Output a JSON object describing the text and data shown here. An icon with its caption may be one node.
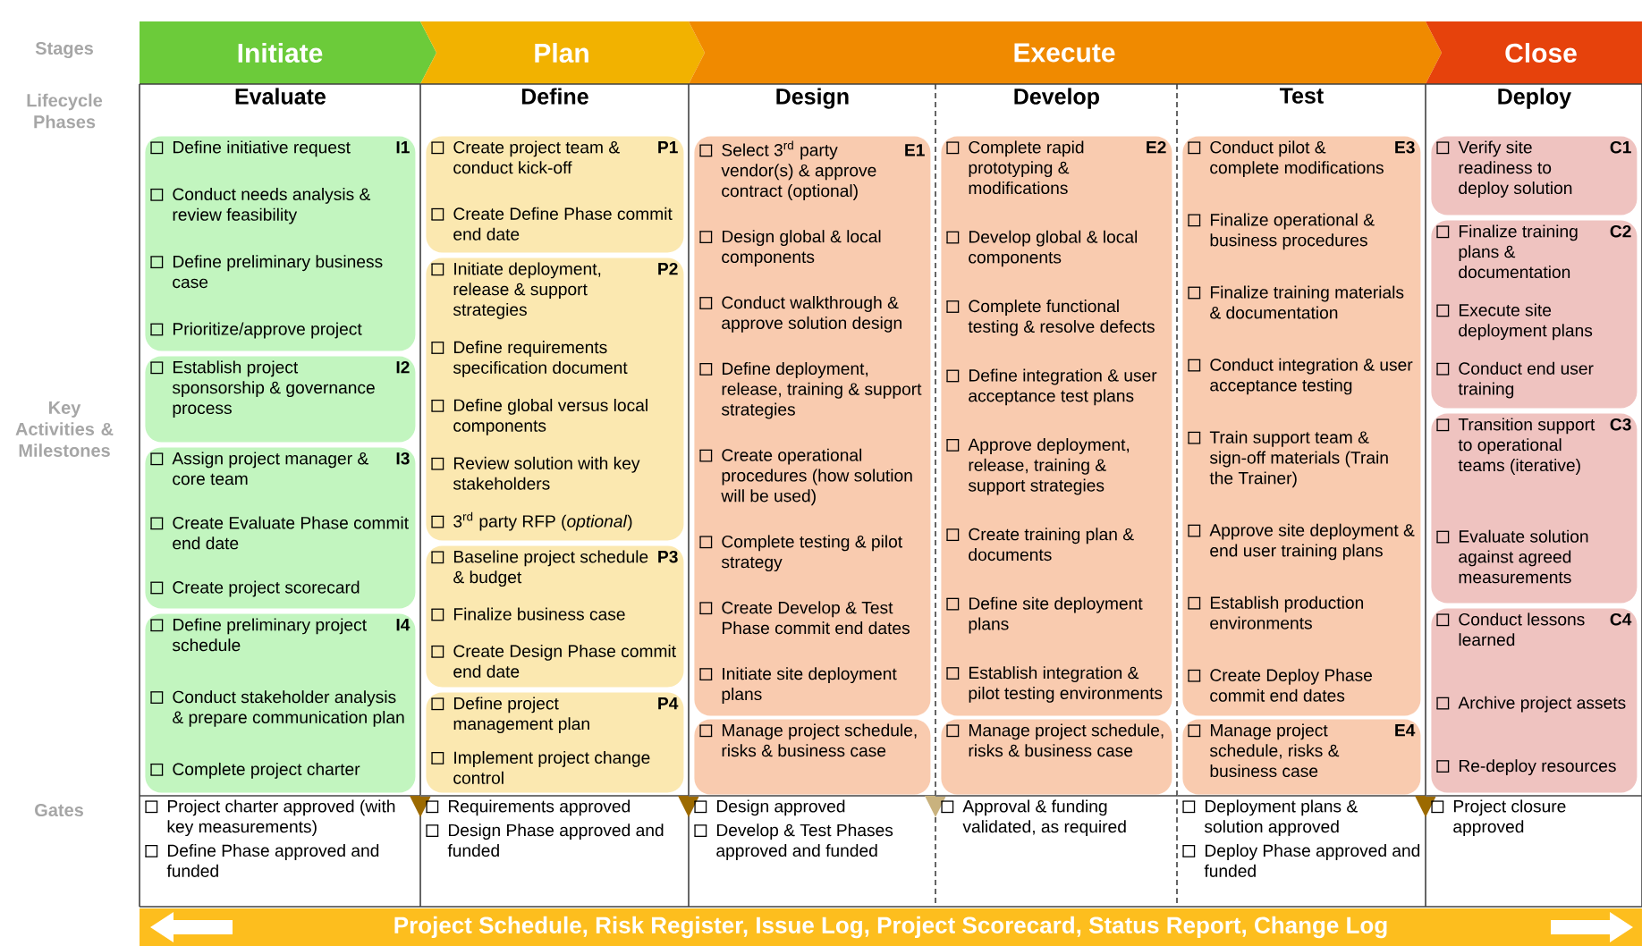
{
  "diagram": {
    "nodes": [
      {
        "text": [
          "Initiate"
        ]
      },
      {
        "text": [
          "Plan"
        ]
      },
      {
        "text": [
          "Execute"
        ]
      },
      {
        "text": [
          "Close"
        ]
      },
      {
        "text": [
          "Evaluate"
        ]
      },
      {
        "text": [
          "Define initiative request",
          "I1",
          "Conduct needs analysis & review feasibility",
          "Define preliminary business case",
          "Prioritize/approve project"
        ],
        "in": 4
      },
      {
        "text": [
          "Establish project sponsorship & governance process",
          "I2"
        ],
        "in": 4
      },
      {
        "text": [
          "Assign project manager & core team",
          "I3",
          "Create Evaluate Phase commit end date",
          "Create project scorecard"
        ],
        "in": 4
      },
      {
        "text": [
          "Define preliminary project schedule",
          "I4",
          "Conduct stakeholder analysis & prepare communication plan",
          "Complete project charter"
        ],
        "in": 4
      },
      {
        "text": [
          "Project charter approved (with key measurements)",
          "Define Phase approved and funded"
        ],
        "in": 4
      },
      {
        "text": [
          "Define"
        ]
      },
      {
        "text": [
          "Create project team & conduct kick-off",
          "P1",
          "Create Define Phase commit end date"
        ],
        "in": 10
      },
      {
        "text": [
          "Initiate deployment, release & support strategies",
          "P2",
          "Define requirements specification document",
          "Define global versus local components",
          "Review solution with key stakeholders",
          "3$^{rd}$ party RFP (*optional*)"
        ],
        "in": 10
      },
      {
        "text": [
          "Baseline project schedule & budget",
          "P3",
          "Finalize business case",
          "Create Design Phase commit end date"
        ],
        "in": 10
      },
      {
        "text": [
          "Define project management plan",
          "P4",
          "Implement project change control"
        ],
        "in": 10
      },
      {
        "text": [
          "Requirements approved",
          "Design Phase approved and funded"
        ],
        "in": 10
      },
      {
        "text": [
          "Design"
        ]
      },
      {
        "text": [
          "Select 3$^{rd}$ party vendor(s) & approve contract (optional)",
          "E1",
          "Design global & local components",
          "Conduct walkthrough & approve solution design",
          "Define deployment, release, training & support strategies",
          "Create operational procedures (how solution will be used)",
          "Complete testing & pilot strategy",
          "Create Develop & Test Phase commit end dates",
          "Initiate site deployment plans"
        ],
        "in": 16
      },
      {
        "text": [
          "Manage project schedule, risks & business case"
        ],
        "in": 16
      },
      {
        "text": [
          "Design approved",
          "Develop & Test Phases approved and funded"
        ],
        "in": 16
      },
      {
        "text": [
          "Develop"
        ]
      },
      {
        "text": [
          "Complete rapid prototyping & modifications",
          "E2",
          "Develop global & local components",
          "Complete functional testing & resolve defects",
          "Define integration & user acceptance test plans",
          "Approve deployment, release, training & support strategies",
          "Create training plan & documents",
          "Define site deployment plans",
          "Establish integration & pilot testing environments"
        ],
        "in": 20
      },
      {
        "text": [
          "Manage project schedule, risks & business case"
        ],
        "in": 20
      },
      {
        "text": [
          "Approval & funding validated, as required"
        ],
        "in": 20
      },
      {
        "text": [
          "Test"
        ]
      },
      {
        "text": [
          "Conduct pilot & complete modifications",
          "E3",
          "Finalize operational & business procedures",
          "Finalize training materials & documentation",
          "Conduct integration & user acceptance testing",
          "Train support team & sign-off materials (Train the Trainer)",
          "Approve site deployment & end user training plans",
          "Establish production environments",
          "Create Deploy Phase commit end dates"
        ],
        "in": 24
      },
      {
        "text": [
          "Manage project schedule, risks & business case",
          "E4"
        ],
        "in": 24
      },
      {
        "text": [
          "Deployment plans & solution approved",
          "Deploy Phase approved and funded"
        ],
        "in": 24
      },
      {
        "text": [
          "Deploy"
        ]
      },
      {
        "text": [
          "Verify site readiness to deploy solution",
          "C1"
        ],
        "in": 28
      },
      {
        "text": [
          "Finalize training plans & documentation",
          "C2",
          "Execute site deployment plans",
          "Conduct end user training"
        ],
        "in": 28
      },
      {
        "text": [
          "Transition support to operational teams (iterative)",
          "C3",
          "Evaluate solution against agreed measurements"
        ],
        "in": 28
      },
      {
        "text": [
          "Conduct lessons learned",
          "C4",
          "Archive project assets",
          "Re-deploy resources"
        ],
        "in": 28
      },
      {
        "text": [
          "Project closure approved"
        ],
        "in": 28
      },
      {
        "text": [
          "Project Schedule, Risk Register, Issue Log, Project Scorecard, Status Report, Change Log"
        ]
      }
    ],
    "labels": [
      "Stages",
      "Lifecycle Phases",
      "Key Activities & Milestones",
      "Gates"
    ]
  }
}
